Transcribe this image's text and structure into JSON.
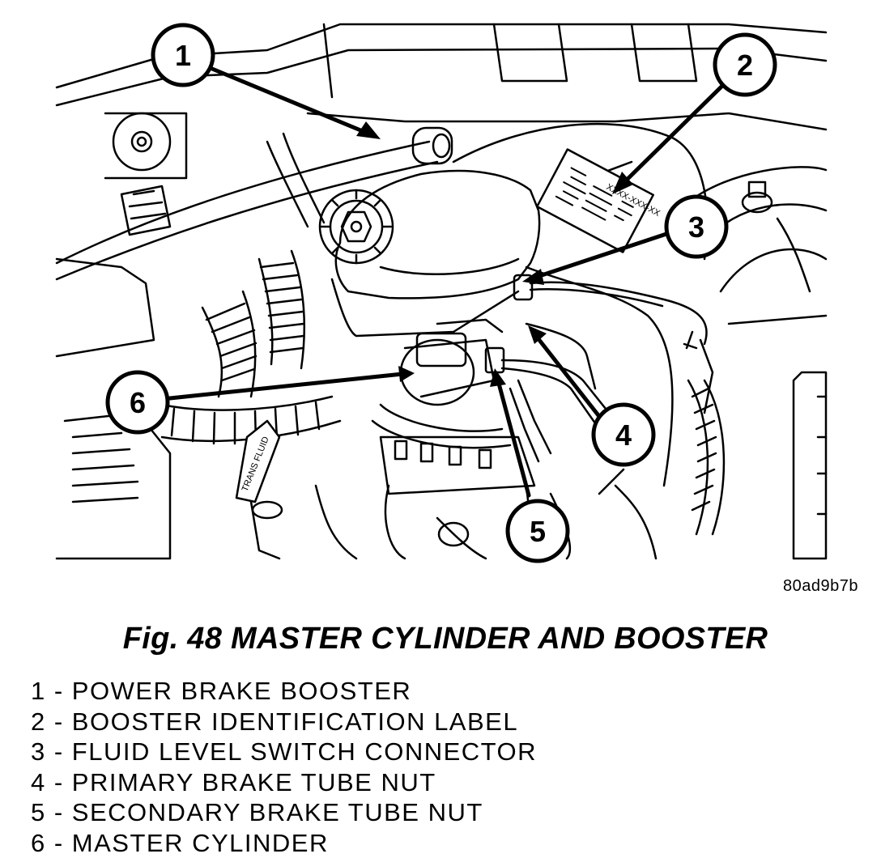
{
  "figure": {
    "code": "80ad9b7b",
    "caption": "Fig. 48 MASTER CYLINDER AND BOOSTER"
  },
  "drawing": {
    "label_text": "XXXX-XXX-XX",
    "dipstick_text": "TRANS FLUID"
  },
  "callouts": [
    {
      "number": "1"
    },
    {
      "number": "2"
    },
    {
      "number": "3"
    },
    {
      "number": "4"
    },
    {
      "number": "5"
    },
    {
      "number": "6"
    }
  ],
  "legend": [
    {
      "text": "1 - POWER BRAKE BOOSTER"
    },
    {
      "text": "2 - BOOSTER IDENTIFICATION LABEL"
    },
    {
      "text": "3 - FLUID LEVEL SWITCH CONNECTOR"
    },
    {
      "text": "4 - PRIMARY BRAKE TUBE NUT"
    },
    {
      "text": "5 - SECONDARY BRAKE TUBE NUT"
    },
    {
      "text": "6 - MASTER CYLINDER"
    }
  ]
}
